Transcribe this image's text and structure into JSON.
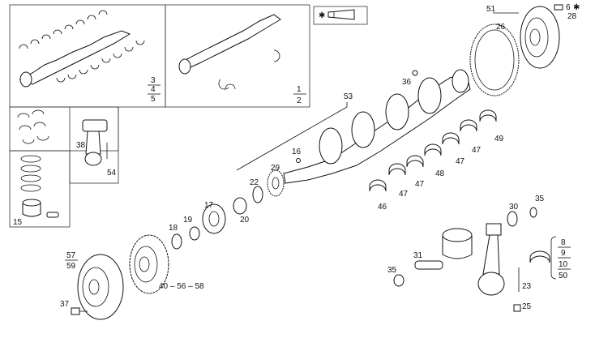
{
  "callouts": {
    "c1": "1",
    "c2": "2",
    "c3": "3",
    "c4": "4",
    "c5": "5",
    "c6": "6",
    "c8": "8",
    "c9": "9",
    "c10": "10",
    "c15": "15",
    "c16": "16",
    "c17": "17",
    "c18": "18",
    "c19": "19",
    "c20": "20",
    "c22": "22",
    "c23": "23",
    "c25": "25",
    "c26": "26",
    "c28": "28",
    "c29": "29",
    "c30": "30",
    "c31": "31",
    "c35a": "35",
    "c35b": "35",
    "c36": "36",
    "c37": "37",
    "c38": "38",
    "c46": "46",
    "c47a": "47",
    "c47b": "47",
    "c47c": "47",
    "c47d": "47",
    "c48": "48",
    "c49": "49",
    "c50": "50",
    "c51": "51",
    "c53": "53",
    "c54": "54",
    "c57": "57",
    "c59": "59",
    "c40_56_58": "40 – 56 – 58"
  },
  "legend": {
    "icon": "bolt-with-sealant-icon",
    "star": "✱"
  },
  "colors": {
    "line": "#111111",
    "background": "#ffffff"
  }
}
